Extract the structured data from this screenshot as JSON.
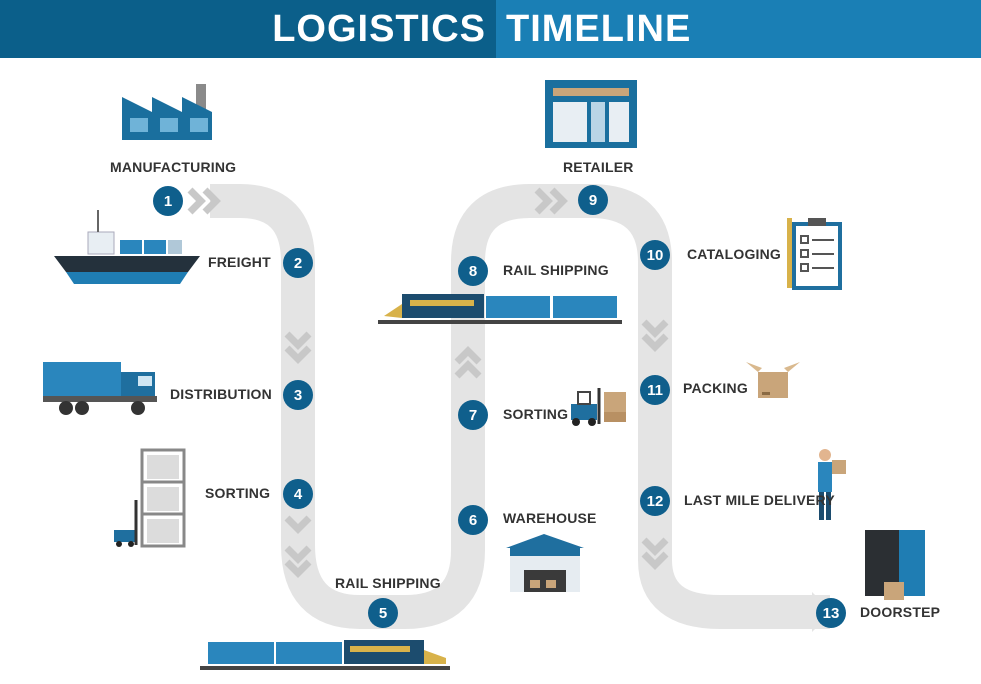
{
  "header": {
    "title_left": "LOGISTICS",
    "title_right": "TIMELINE"
  },
  "colors": {
    "dark_blue": "#0b5f8a",
    "light_blue": "#1a7fb5",
    "path_gray": "#e4e4e4",
    "chevron_gray": "#c8c8c8",
    "box_tan": "#c9a57a"
  },
  "steps": [
    {
      "number": "1",
      "label": "MANUFACTURING",
      "icon": "factory-icon"
    },
    {
      "number": "2",
      "label": "FREIGHT",
      "icon": "ship-icon"
    },
    {
      "number": "3",
      "label": "DISTRIBUTION",
      "icon": "truck-icon"
    },
    {
      "number": "4",
      "label": "SORTING",
      "icon": "shelves-forklift-icon"
    },
    {
      "number": "5",
      "label": "RAIL SHIPPING",
      "icon": "train-icon"
    },
    {
      "number": "6",
      "label": "WAREHOUSE",
      "icon": "warehouse-icon"
    },
    {
      "number": "7",
      "label": "SORTING",
      "icon": "forklift-icon"
    },
    {
      "number": "8",
      "label": "RAIL SHIPPING",
      "icon": "train-icon"
    },
    {
      "number": "9",
      "label": "RETAILER",
      "icon": "store-icon"
    },
    {
      "number": "10",
      "label": "CATALOGING",
      "icon": "clipboard-icon"
    },
    {
      "number": "11",
      "label": "PACKING",
      "icon": "box-icon"
    },
    {
      "number": "12",
      "label": "LAST MILE DELIVERY",
      "icon": "courier-icon"
    },
    {
      "number": "13",
      "label": "DOORSTEP",
      "icon": "door-icon"
    }
  ]
}
